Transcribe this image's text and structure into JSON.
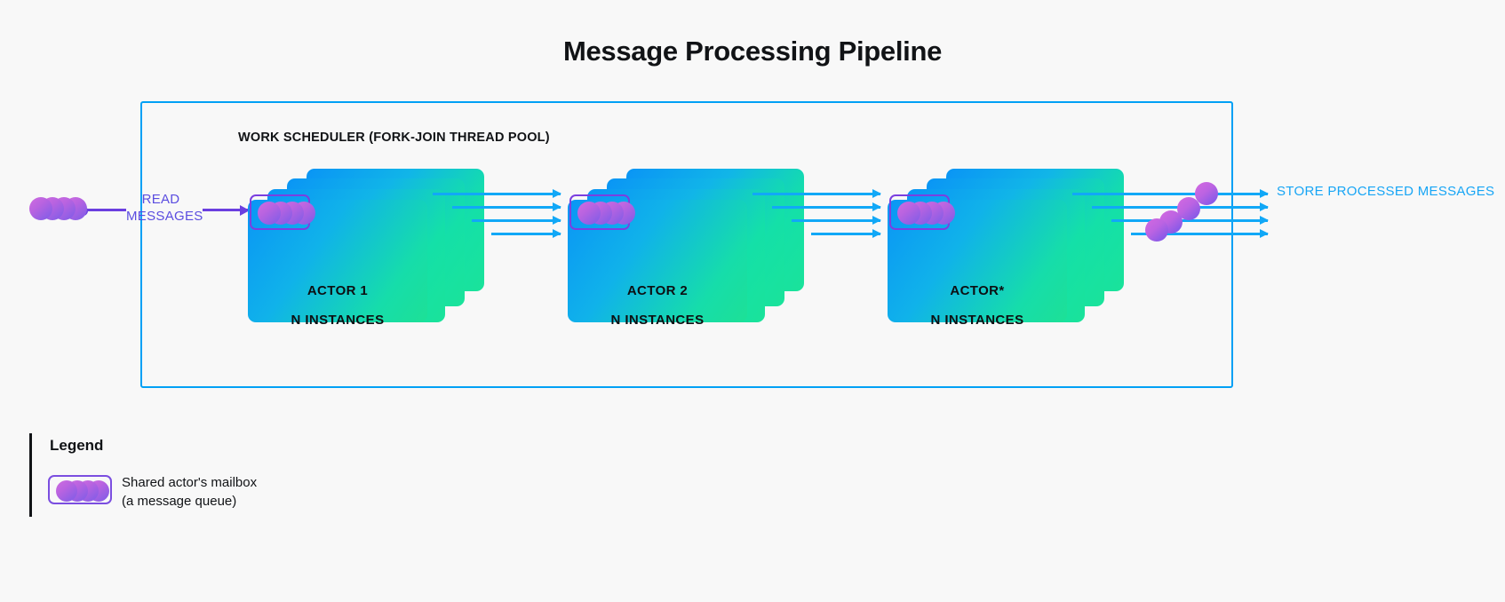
{
  "title": "Message Processing Pipeline",
  "colors": {
    "accent_blue": "#11a8f7",
    "container_border": "#00a0f5",
    "purple": "#6b3fe0",
    "mailbox_border": "#7b3fe0",
    "card_gradient_start": "#0a95f5",
    "card_gradient_end": "#1ae39a",
    "background": "#f8f8f8",
    "text_dark": "#111316"
  },
  "scheduler": {
    "label": "WORK SCHEDULER (FORK-JOIN THREAD POOL)"
  },
  "input": {
    "read_label": "READ\nMESSAGES",
    "queue_ball_count": 4
  },
  "output": {
    "store_label": "STORE\nPROCESSED\nMESSAGES",
    "rail_count": 4,
    "travel_ball_count": 4
  },
  "actors": [
    {
      "name": "ACTOR 1",
      "instances": "N INSTANCES",
      "mailbox_ball_count": 4,
      "stack_count": 4
    },
    {
      "name": "ACTOR 2",
      "instances": "N INSTANCES",
      "mailbox_ball_count": 4,
      "stack_count": 4
    },
    {
      "name": "ACTOR*",
      "instances": "N INSTANCES",
      "mailbox_ball_count": 4,
      "stack_count": 4
    }
  ],
  "legend": {
    "title": "Legend",
    "items": [
      {
        "icon": "mailbox-swatch",
        "label": "Shared actor's mailbox\n(a message queue)",
        "ball_count": 4
      }
    ]
  }
}
